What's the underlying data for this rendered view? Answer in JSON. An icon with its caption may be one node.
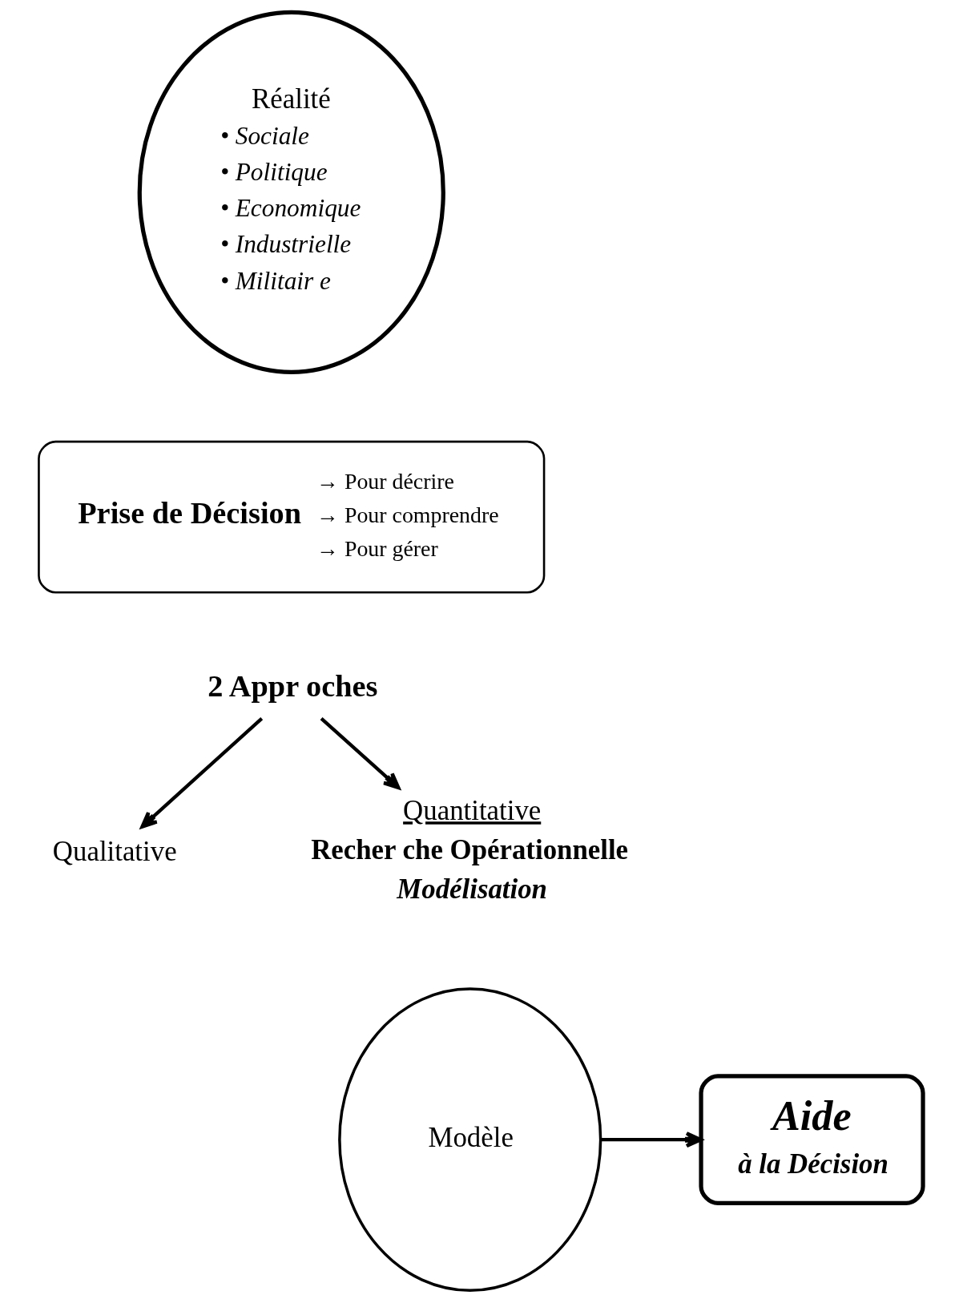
{
  "diagram": {
    "nodes": [
      {
        "text": [
          "Réalité",
          "• Sociale",
          "• Politique",
          "• Economique",
          "• Industrielle",
          "• Militair e"
        ]
      },
      {
        "text": [
          "Prise de Décision",
          "→ Pour décrire",
          "→ Pour comprendre",
          "→ Pour gérer"
        ]
      },
      {
        "text": [
          "2 Appr oches"
        ]
      },
      {
        "text": [
          "Qualitative"
        ]
      },
      {
        "text": [
          "Quantitative"
        ],
        "beside": [
          "Recher che Opérationnelle",
          "Modélisation"
        ]
      },
      {
        "text": [
          "Modèle"
        ]
      },
      {
        "text": [
          "Aide",
          "à la Décision"
        ]
      }
    ],
    "edges": [
      {
        "from": 2,
        "to": 3,
        "arrow": "to"
      },
      {
        "from": 2,
        "to": 4,
        "arrow": "to"
      },
      {
        "from": 5,
        "to": 6,
        "arrow": "to"
      }
    ]
  }
}
